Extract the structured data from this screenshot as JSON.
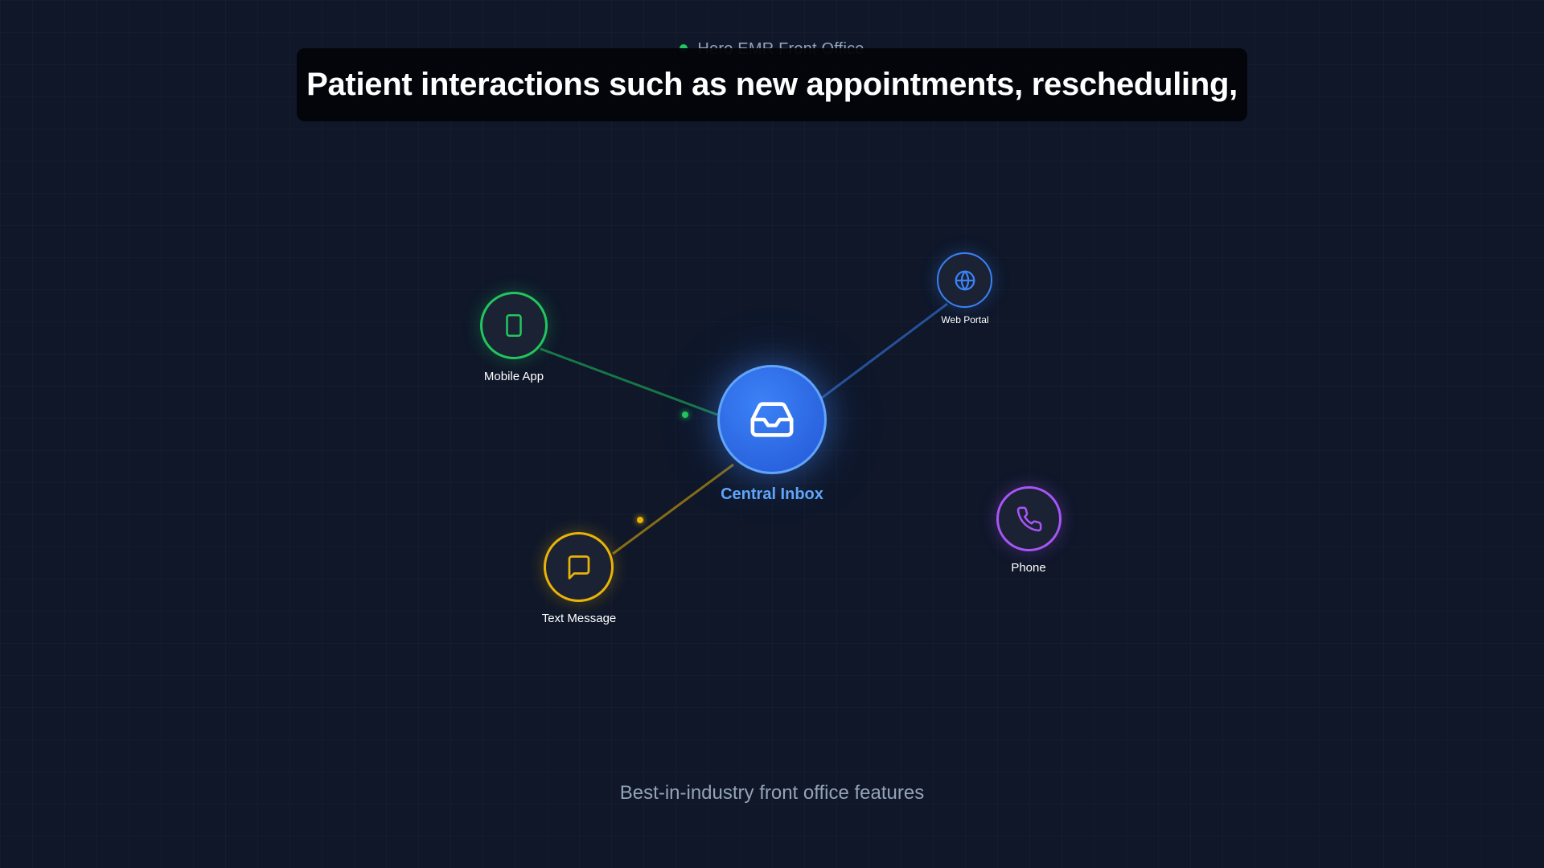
{
  "brand": {
    "name": "Hero EMR Front Office",
    "status_color": "#22c55e"
  },
  "caption": {
    "text": "Patient interactions such as new appointments, rescheduling,"
  },
  "hub": {
    "label": "Central Inbox",
    "icon": "inbox-icon",
    "color": "#3b82f6"
  },
  "channels": [
    {
      "label": "Mobile App",
      "icon": "mobile-icon",
      "color": "#22c55e"
    },
    {
      "label": "Web Portal",
      "icon": "globe-icon",
      "color": "#3b82f6"
    },
    {
      "label": "Text Message",
      "icon": "chat-icon",
      "color": "#eab308"
    },
    {
      "label": "Phone",
      "icon": "phone-icon",
      "color": "#a855f7"
    }
  ],
  "footer": {
    "tagline": "Best-in-industry front office features"
  }
}
